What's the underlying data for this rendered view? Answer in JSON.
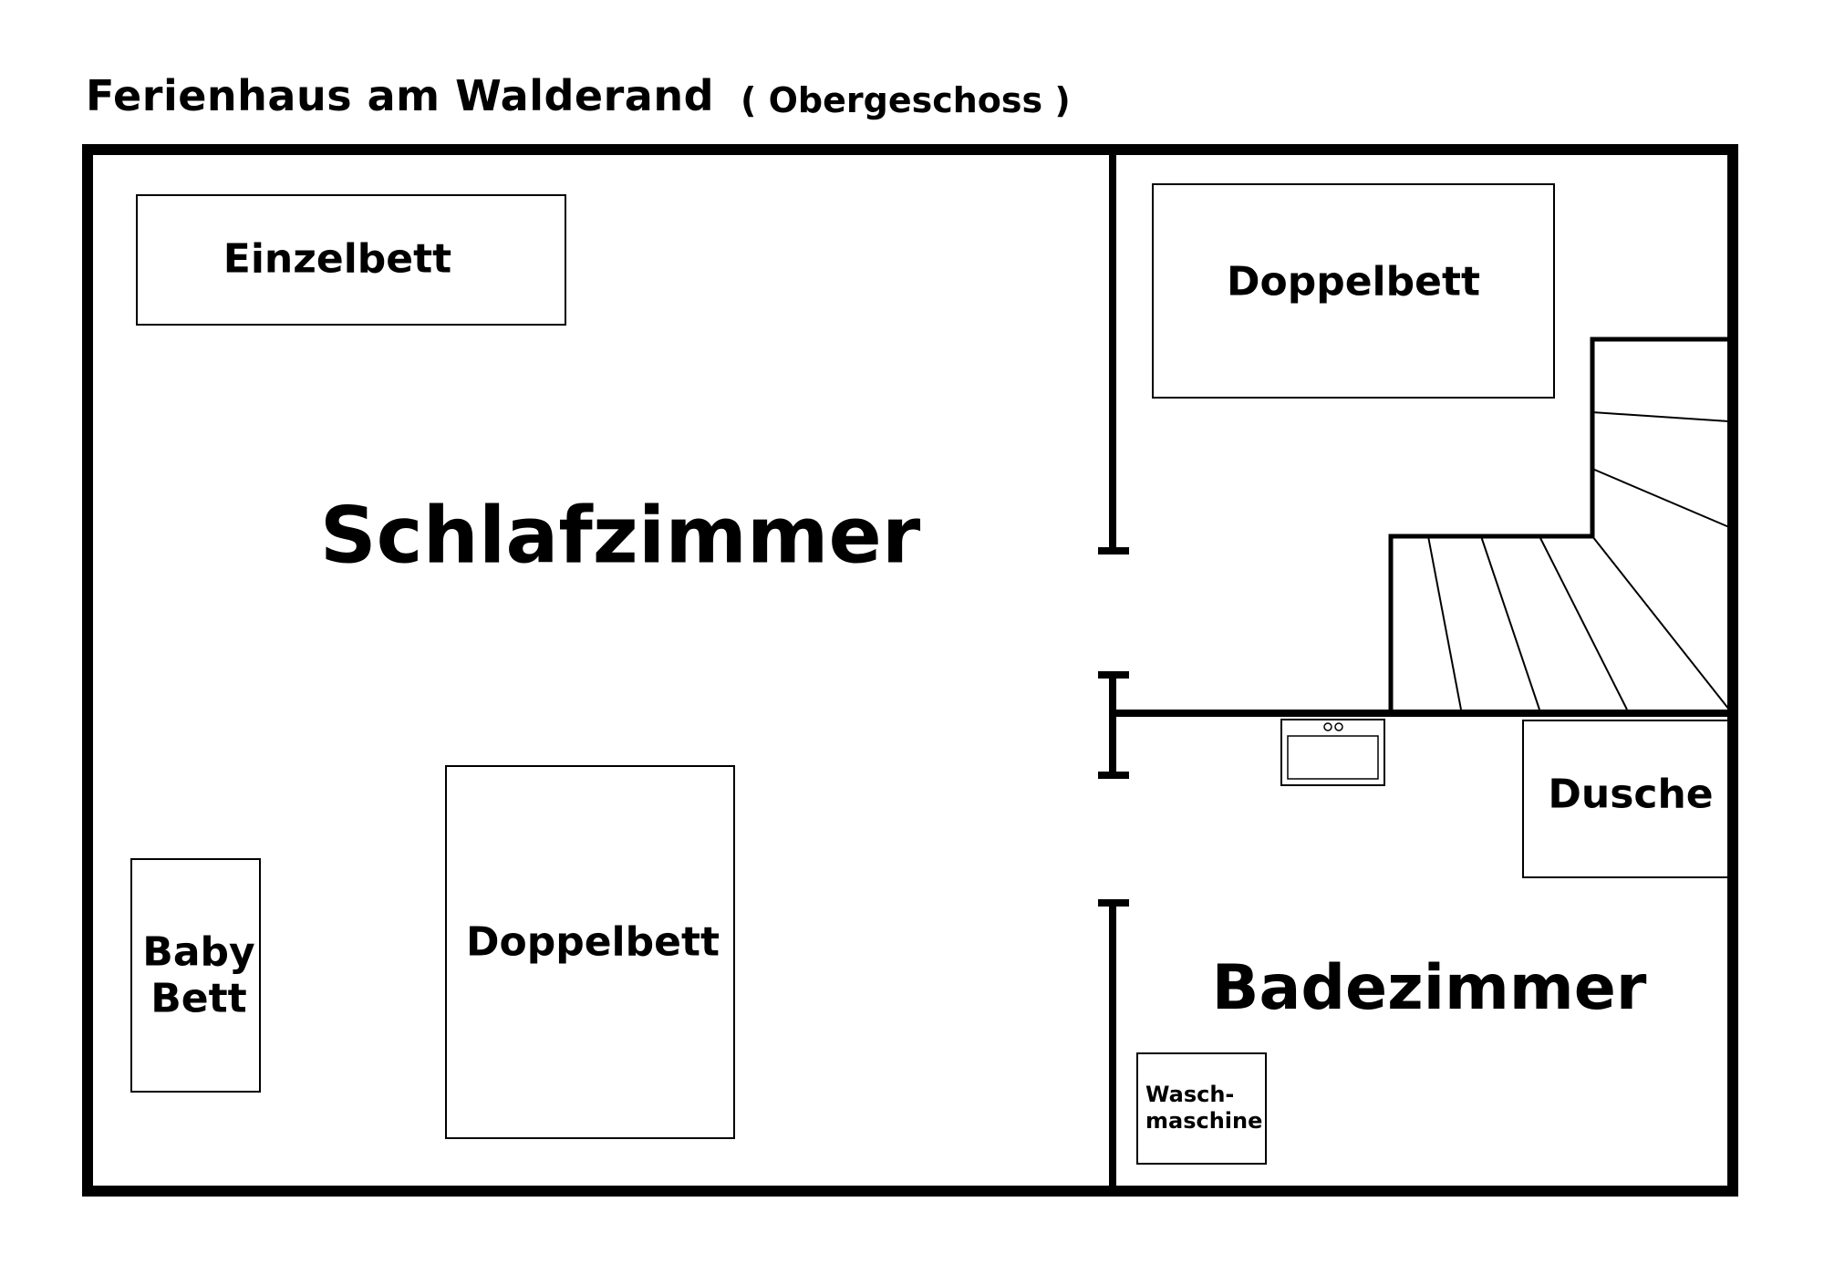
{
  "title": "Ferienhaus am Walderand",
  "subtitle": "( Obergeschoss )",
  "rooms": {
    "schlafzimmer": "Schlafzimmer",
    "badezimmer": "Badezimmer"
  },
  "furniture": {
    "einzelbett": "Einzelbett",
    "doppelbett_top": "Doppelbett",
    "doppelbett_main": "Doppelbett",
    "babybett_line1": "Baby",
    "babybett_line2": "Bett",
    "dusche": "Dusche",
    "waschmaschine_line1": "Wasch-",
    "waschmaschine_line2": "maschine"
  },
  "colors": {
    "line": "#000000",
    "background": "#ffffff"
  }
}
